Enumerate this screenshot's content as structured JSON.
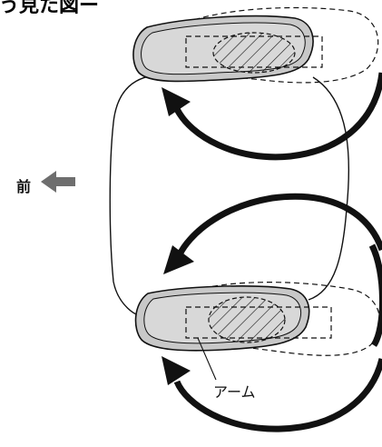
{
  "header": {
    "title_fragment": "う見た図ー"
  },
  "labels": {
    "front": "前",
    "arm": "アーム"
  },
  "colors": {
    "pad_fill": "#c8c8c8",
    "pad_inner_fill": "#d8d8d8",
    "stroke": "#111111",
    "arrow_gray": "#6e6e6e"
  },
  "icons": {
    "front_arrow": "left-arrow-icon",
    "rotation_arrow": "curved-arrow-icon"
  }
}
